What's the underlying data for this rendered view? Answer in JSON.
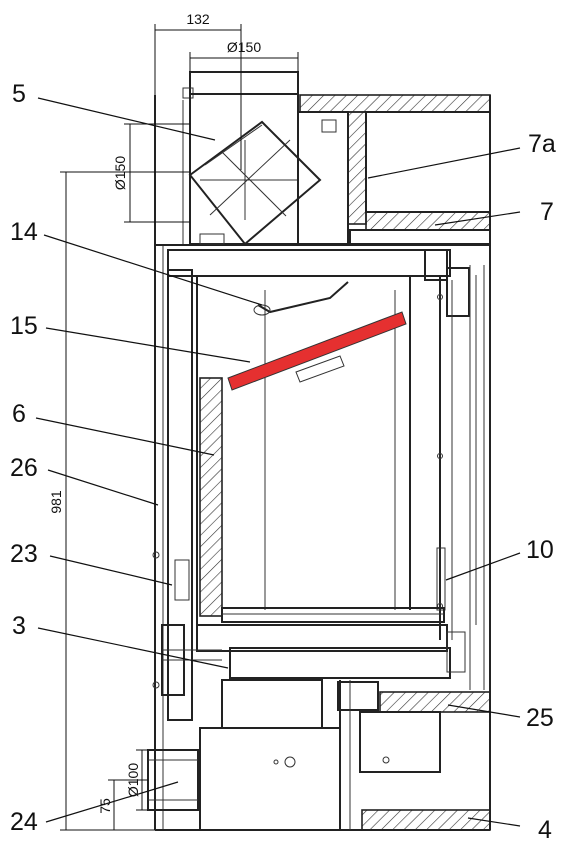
{
  "callouts": {
    "c5": "5",
    "c7a": "7a",
    "c7": "7",
    "c14": "14",
    "c15": "15",
    "c6": "6",
    "c26": "26",
    "c23": "23",
    "c10": "10",
    "c3": "3",
    "c25": "25",
    "c24": "24",
    "c4": "4"
  },
  "dimensions": {
    "top_width": "132",
    "flue_diameter_top": "Ø150",
    "flue_diameter_side": "Ø150",
    "total_height": "981",
    "air_inlet_diameter": "Ø100",
    "air_inlet_height": "75"
  },
  "colors": {
    "line": "#222222",
    "baffle": "#e53030",
    "background": "#ffffff"
  }
}
